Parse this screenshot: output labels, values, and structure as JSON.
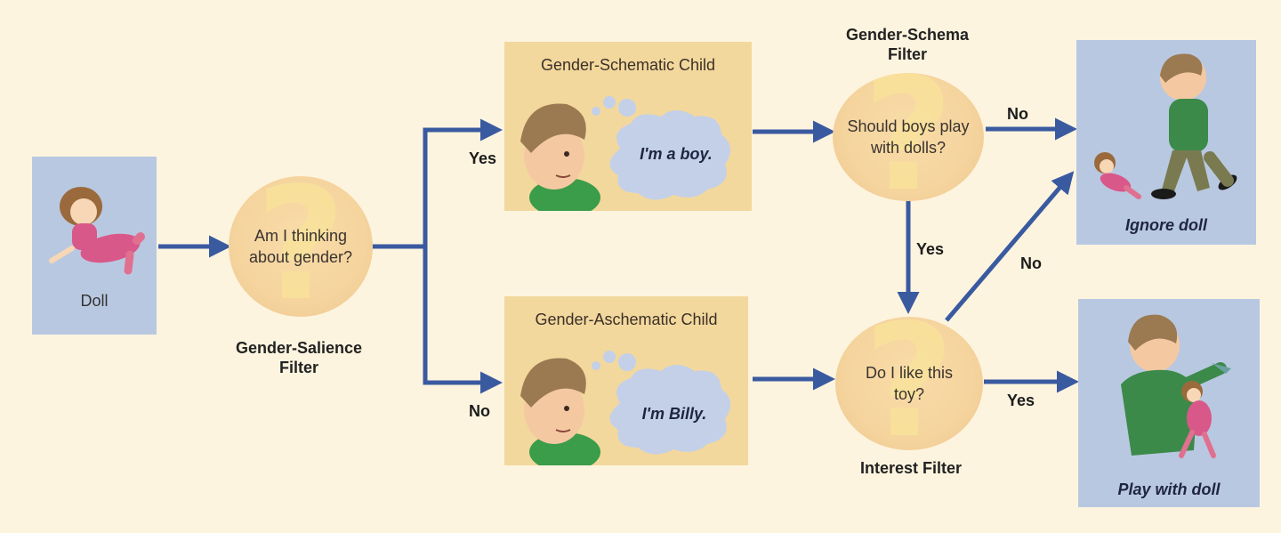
{
  "nodes": {
    "doll_box": {
      "caption": "Doll"
    },
    "salience_circle": {
      "text": "Am I thinking about gender?",
      "label_line1": "Gender-Salience",
      "label_line2": "Filter"
    },
    "schematic_box": {
      "title": "Gender-Schematic Child",
      "thought": "I'm a boy."
    },
    "aschematic_box": {
      "title": "Gender-Aschematic Child",
      "thought": "I'm Billy."
    },
    "schema_circle": {
      "text": "Should boys play with dolls?",
      "label_line1": "Gender-Schema",
      "label_line2": "Filter"
    },
    "interest_circle": {
      "text": "Do I like this toy?",
      "label": "Interest Filter"
    },
    "ignore_box": {
      "caption": "Ignore doll"
    },
    "play_box": {
      "caption": "Play with doll"
    }
  },
  "edges": {
    "salience_yes": "Yes",
    "salience_no": "No",
    "schema_no": "No",
    "schema_yes": "Yes",
    "interest_no": "No",
    "interest_yes": "Yes"
  },
  "colors": {
    "arrow": "#3a5aa0",
    "blue_box": "#b9c8e1",
    "tan_box": "#f3d89d",
    "background": "#fdf4df"
  }
}
